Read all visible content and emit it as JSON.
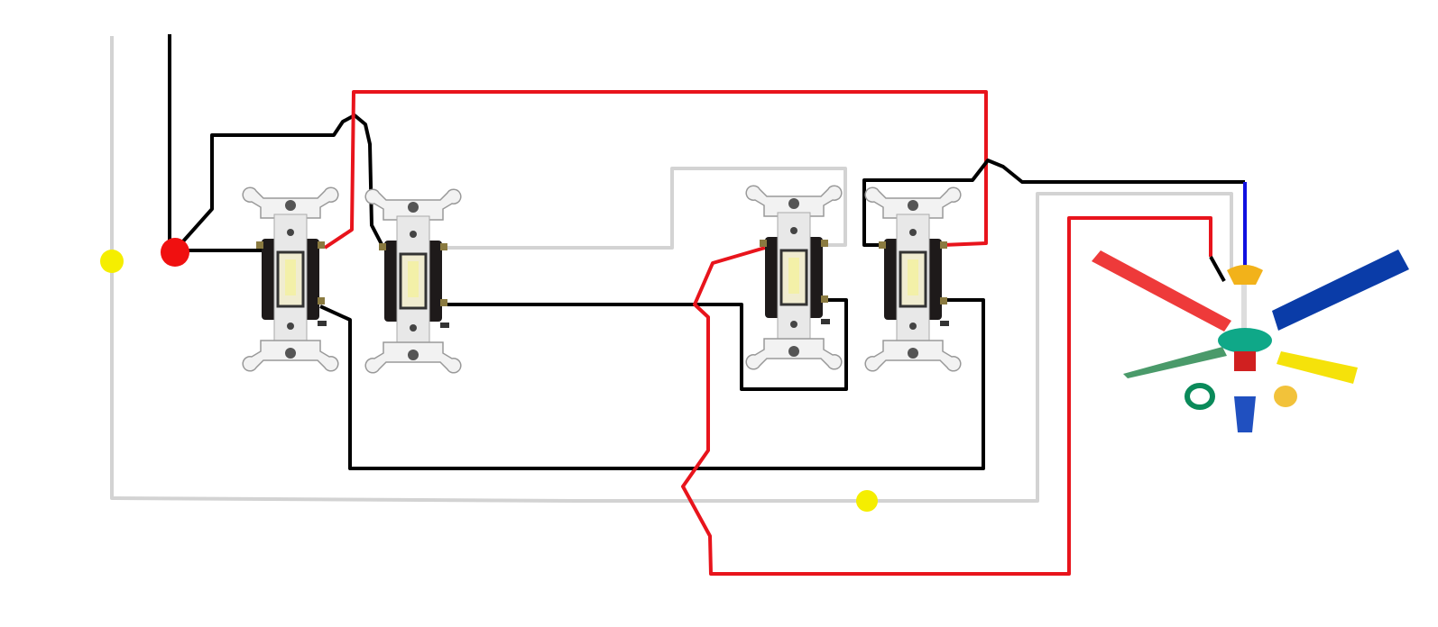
{
  "colors": {
    "hot": "#e8141c",
    "line": "#000000",
    "neutral": "#d3d3d3",
    "fan_wire": "#1010e0",
    "splice": "#f5ee00",
    "junction": "#f01010"
  },
  "switches": [
    {
      "name": "switch-1-three-way"
    },
    {
      "name": "switch-2-four-way"
    },
    {
      "name": "switch-3-four-way"
    },
    {
      "name": "switch-4-three-way"
    }
  ],
  "fan": {
    "blade_colors": [
      "#ee3a3a",
      "#0a3ca8",
      "#f5e20a",
      "#3a8a5a"
    ],
    "hub_color": "#0fa888"
  }
}
